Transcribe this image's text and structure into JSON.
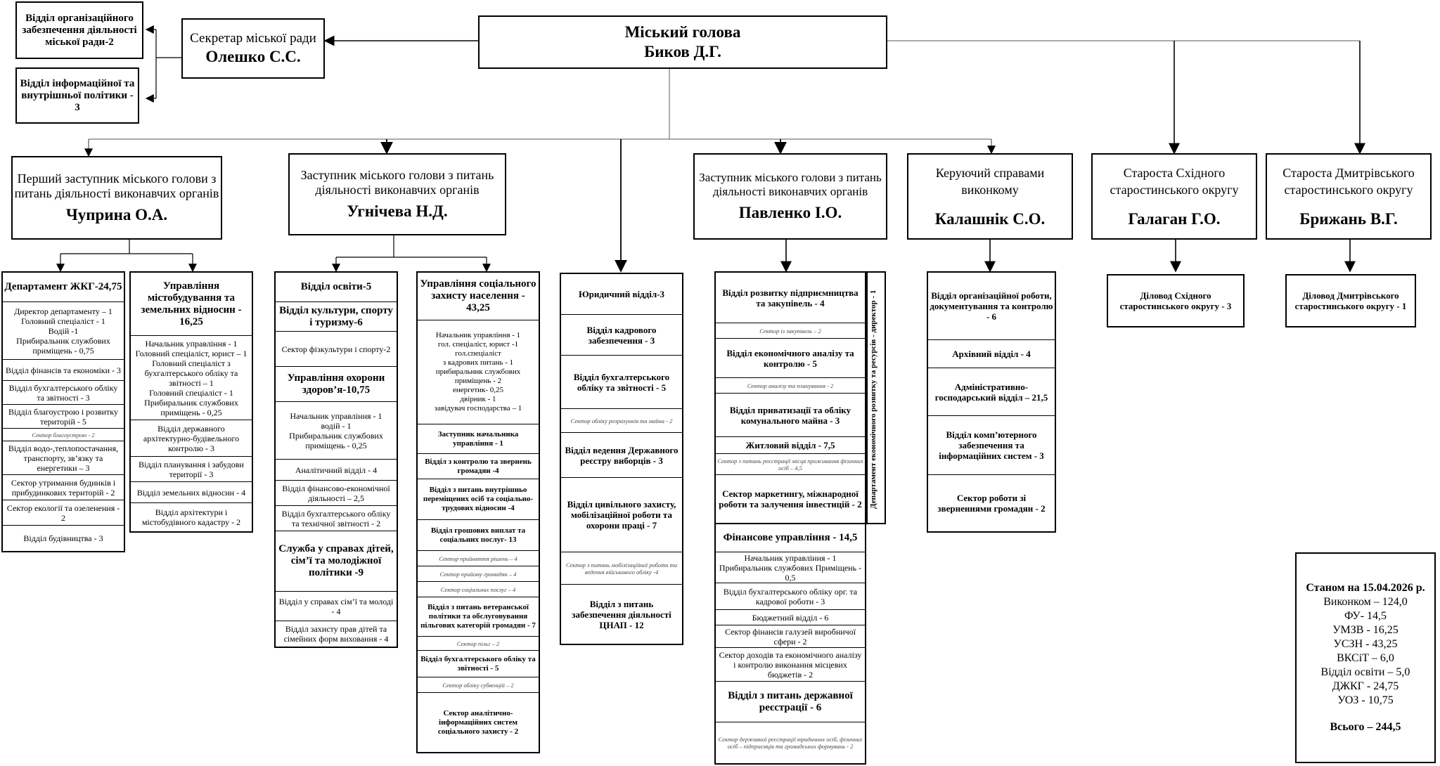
{
  "mayor": {
    "title": "Міський голова",
    "name": "Биков Д.Г."
  },
  "secretary": {
    "title": "Секретар міської ради",
    "name": "Олешко С.С."
  },
  "sec_units": [
    "Відділ організаційного забезпечення діяльності міської ради-2",
    "Відділ інформаційної та внутрішньої політики - 3"
  ],
  "deputies": [
    {
      "title": "Перший заступник міського голови з питань діяльності виконавчих органів",
      "name": "Чуприна О.А."
    },
    {
      "title": "Заступник міського голови з питань діяльності виконавчих органів",
      "name": "Угнічева Н.Д."
    },
    {
      "title": "Заступник міського голови з питань діяльності виконавчих органів",
      "name": "Павленко І.О."
    },
    {
      "title": "Керуючий справами виконкому",
      "name": "Калашнік С.О."
    },
    {
      "title": "Староста Східного старостинського округу",
      "name": "Галаган Г.О."
    },
    {
      "title": "Староста Дмитрівського старостинського округу",
      "name": "Брижань В.Г."
    }
  ],
  "djkg": {
    "title": "Департамент ЖКГ-24,75",
    "staff": [
      "Директор департаменту – 1",
      "Головний спеціаліст - 1",
      "Водій -1",
      "Прибиральник службових приміщень - 0,75"
    ],
    "units": [
      "Відділ фінансів та економіки - 3",
      "Відділ бухгалтерського обліку та звітності - 3",
      "Відділ благоустрою і розвитку територій - 5",
      "Сектор благоустрою - 2",
      "Відділ водо-,теплопостачання, транспорту, зв’язку та енергетики – 3",
      "Сектор утримання будинків і прибудинкових територій - 2",
      "Сектор екології та озеленення - 2",
      "Відділ будівництва - 3"
    ]
  },
  "umzv": {
    "title": "Управління містобудування та земельних відносин - 16,25",
    "staff": [
      "Начальник управління - 1",
      "Головний спеціаліст, юрист – 1",
      "Головний спеціаліст з бухгалтерського обліку та звітності – 1",
      "Головний спеціаліст - 1",
      "Прибиральник службових приміщень - 0,25"
    ],
    "units": [
      "Відділ державного архітектурно-будівельного контролю - 3",
      "Відділ планування і забудови території - 3",
      "Відділ земельних відносин - 4",
      "Відділ архітектури і містобудівного кадастру - 2"
    ]
  },
  "educ": {
    "c1": "Відділ освіти-5",
    "c2": "Відділ культури, спорту і туризму-6",
    "c3": "Сектор фізкультури і спорту-2",
    "c4": "Управління охорони здоров’я-10,75",
    "staff": [
      "Начальник управління - 1",
      "водій - 1",
      "Прибиральник службових приміщень - 0,25"
    ],
    "c6": "Аналітичний відділ - 4",
    "c7": "Відділ фінансово-економічної діяльності – 2,5",
    "c8": "Відділ бухгалтерського обліку та технічної звітності - 2",
    "c9": "Служба у справах дітей, сім’ї та молодіжної політики -9",
    "c10": "Відділ у справах сім’ї та молоді - 4",
    "c11": "Відділ захисту прав дітей та сімейних форм виховання - 4"
  },
  "uszn": {
    "title": "Управління соціального захисту населення - 43,25",
    "staff": [
      "Начальник управління - 1",
      "гол. спеціаліст, юрист -1",
      "гол.спеціаліст",
      "з кадрових питань - 1",
      "прибиральник службових приміщень - 2",
      "енергетик- 0,25",
      "двірник - 1",
      "завідувач господарства – 1"
    ],
    "units": [
      "Заступник начальника управління - 1",
      "Відділ з контролю та звернень громадян -4",
      "Відділ з питань внутрішньо переміщених осіб та соціально-трудових відносин -4",
      "Відділ грошових виплат та соціальних послуг- 13",
      "Сектор прийняття рішень – 4",
      "Сектор прийому громадян – 4",
      "Сектор соціальних послуг – 4",
      "Відділ з питань ветеранської політики та обслуговування пільгових категорій громадян - 7",
      "Сектор пільг – 2",
      "Відділ бухгалтерського обліку та звітності - 5",
      "Сектор обліку субвенцій – 2",
      "Сектор аналітично-інформаційних систем соціального захисту - 2"
    ]
  },
  "legal": [
    "Юридичний відділ-3",
    "Відділ кадрового забезпечення - 3",
    "Відділ бухгалтерського обліку та звітності - 5",
    "Сектор обліку розрахунків та майна - 2",
    "Відділ ведення Державного реєстру виборців - 3",
    "Відділ цивільного захисту, мобілізаційної роботи та охорони праці - 7",
    "Сектор з питань мобілізаційної роботи та ведення військового обліку -4",
    "Відділ з питань забезпечення діяльності ЦНАП - 12"
  ],
  "pavl": {
    "units": [
      "Відділ розвитку підприємництва та закупівель - 4",
      "Сектор із закупівель – 2",
      "Відділ економічного аналізу та контролю - 5",
      "Сектор аналізу та планування - 2",
      "Відділ приватизації та обліку комунального майна - 3",
      "Житловий відділ - 7,5",
      "Сектор з питань реєстрації місця проживання фізичних осіб – 4,5",
      "Сектор маркетингу, міжнародної роботи та залучення інвестицій - 2"
    ],
    "dept_vertical": "Департамент економічного розвитку та ресурсів - директор - 1",
    "fin_title": "Фінансове управління - 14,5",
    "fin_staff": [
      "Начальник управління - 1",
      "Прибиральник службових Приміщень - 0,5"
    ],
    "fin_units": [
      "Відділ бухгалтерського обліку орг. та кадрової роботи - 3",
      "Бюджетний відділ - 6",
      "Сектор фінансів галузей виробничої сфери - 2",
      "Сектор доходів та економічного аналізу і контролю виконання місцевих бюджетів - 2",
      "Відділ з питань державної реєстрації - 6",
      "Сектор державної реєстрації юридичних осіб, фізичних осіб – підприємців та громадських формувань - 2"
    ]
  },
  "kal": [
    "Відділ організаційної роботи, документування та контролю - 6",
    "Архівний відділ - 4",
    "Адміністративно-господарський відділ – 21,5",
    "Відділ комп’ютерного забезпечення та інформаційних систем - 3",
    "Сектор роботи зі зверненнями громадян - 2"
  ],
  "clerk_east": "Діловод Східного старостинського округу - 3",
  "clerk_dmytr": "Діловод Дмитрівського старостинського округу - 1",
  "summary": {
    "title": "Станом на 15.04.2026 р.",
    "lines": [
      "Виконком – 124,0",
      "ФУ- 14,5",
      "УМЗВ - 16,25",
      "УСЗН - 43,25",
      "ВКСіТ – 6,0",
      "Відділ освіти – 5,0",
      "ДЖКГ - 24,75",
      "УОЗ - 10,75"
    ],
    "total": "Всього – 244,5"
  }
}
